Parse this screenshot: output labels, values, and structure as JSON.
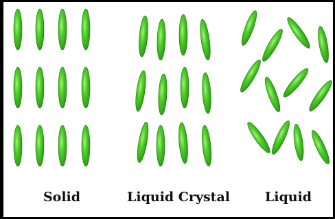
{
  "panels": [
    {
      "label": "Solid"
    },
    {
      "label": "Liquid Crystal"
    },
    {
      "label": "Liquid"
    }
  ],
  "colors": {
    "background": "#ffffff",
    "border": "#000000",
    "rod_fill": "#3fbf1e",
    "rod_highlight": "#a8f07e",
    "rod_shadow": "#1f7a10",
    "caption": "#111111"
  }
}
